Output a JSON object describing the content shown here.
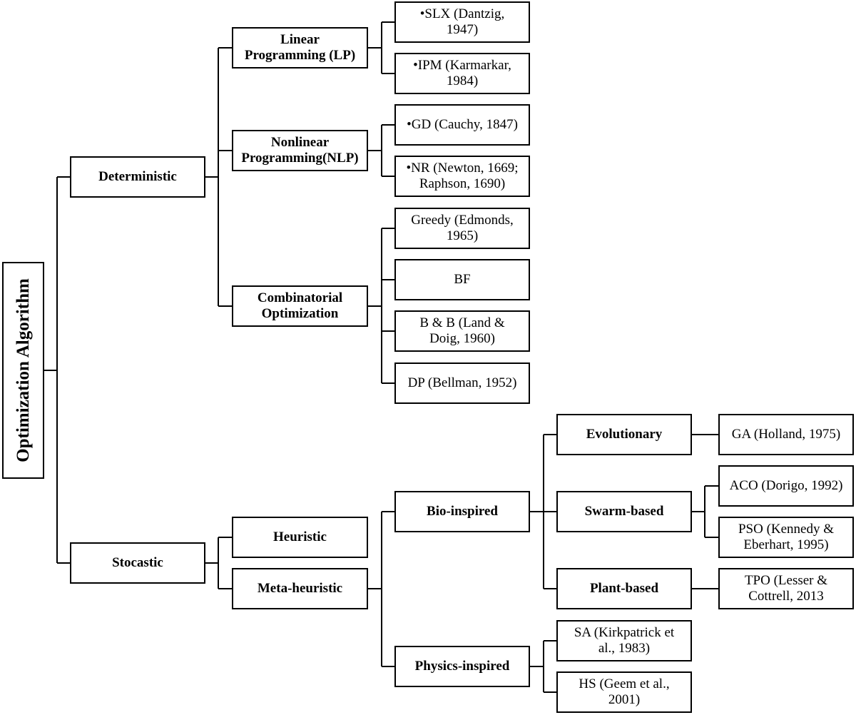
{
  "diagram": {
    "root": {
      "label": "Optimization Algorithm"
    },
    "level1": {
      "deterministic": "Deterministic",
      "stocastic": "Stocastic"
    },
    "deterministic": {
      "lp": "Linear\nProgramming (LP)",
      "nlp": "Nonlinear\nProgramming(NLP)",
      "co": "Combinatorial\nOptimization"
    },
    "lp_leaves": [
      "•SLX (Dantzig,\n1947)",
      "•IPM (Karmarkar,\n1984)"
    ],
    "nlp_leaves": [
      "•GD (Cauchy, 1847)",
      "•NR (Newton, 1669;\nRaphson, 1690)"
    ],
    "co_leaves": [
      "Greedy (Edmonds,\n1965)",
      "BF",
      "B & B (Land &\nDoig, 1960)",
      "DP (Bellman, 1952)"
    ],
    "stocastic": {
      "heuristic": "Heuristic",
      "metaheuristic": "Meta-heuristic"
    },
    "meta": {
      "bio": "Bio-inspired",
      "physics": "Physics-inspired"
    },
    "bio": {
      "evolutionary": "Evolutionary",
      "swarm": "Swarm-based",
      "plant": "Plant-based"
    },
    "evolutionary_leaves": [
      "GA (Holland, 1975)"
    ],
    "swarm_leaves": [
      "ACO (Dorigo, 1992)",
      "PSO (Kennedy &\nEberhart, 1995)"
    ],
    "plant_leaves": [
      "TPO (Lesser &\nCottrell, 2013"
    ],
    "physics_leaves": [
      "SA (Kirkpatrick et\nal., 1983)",
      "HS (Geem et al.,\n2001)"
    ]
  }
}
